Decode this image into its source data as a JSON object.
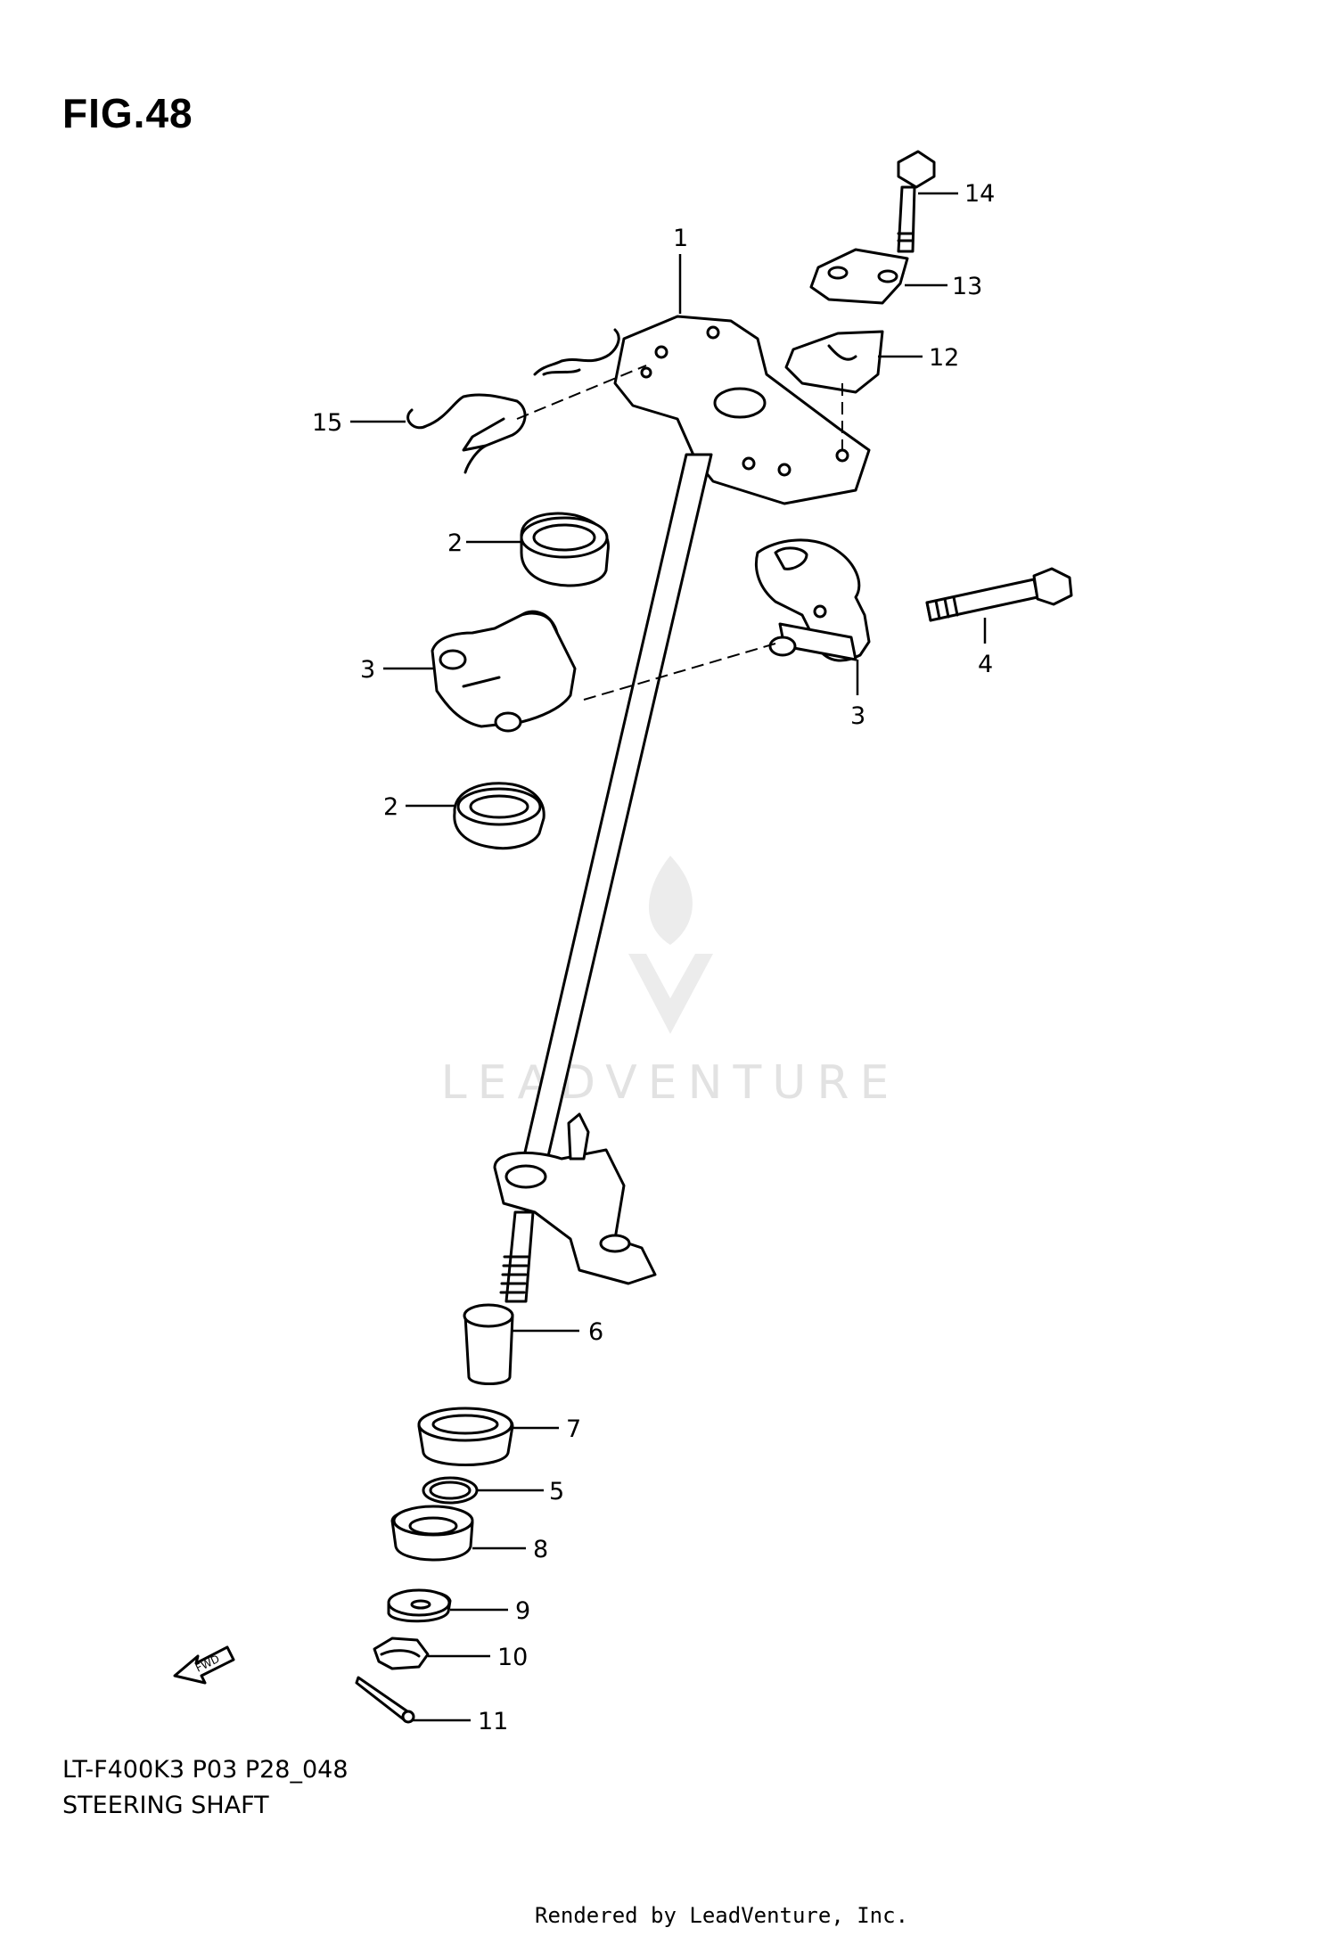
{
  "figure": {
    "title": "FIG.48"
  },
  "callouts": [
    {
      "id": "c14",
      "label": "14"
    },
    {
      "id": "c1",
      "label": "1"
    },
    {
      "id": "c13",
      "label": "13"
    },
    {
      "id": "c12",
      "label": "12"
    },
    {
      "id": "c15",
      "label": "15"
    },
    {
      "id": "c2a",
      "label": "2"
    },
    {
      "id": "c3a",
      "label": "3"
    },
    {
      "id": "c4",
      "label": "4"
    },
    {
      "id": "c3b",
      "label": "3"
    },
    {
      "id": "c2b",
      "label": "2"
    },
    {
      "id": "c6",
      "label": "6"
    },
    {
      "id": "c7",
      "label": "7"
    },
    {
      "id": "c5",
      "label": "5"
    },
    {
      "id": "c8",
      "label": "8"
    },
    {
      "id": "c9",
      "label": "9"
    },
    {
      "id": "c10",
      "label": "10"
    },
    {
      "id": "c11",
      "label": "11"
    }
  ],
  "fwd_badge": "FWD",
  "watermark": "LEADVENTURE",
  "footer": {
    "code": "LT-F400K3 P03 P28_048",
    "name": "STEERING SHAFT",
    "rendered_by": "Rendered by LeadVenture, Inc."
  }
}
